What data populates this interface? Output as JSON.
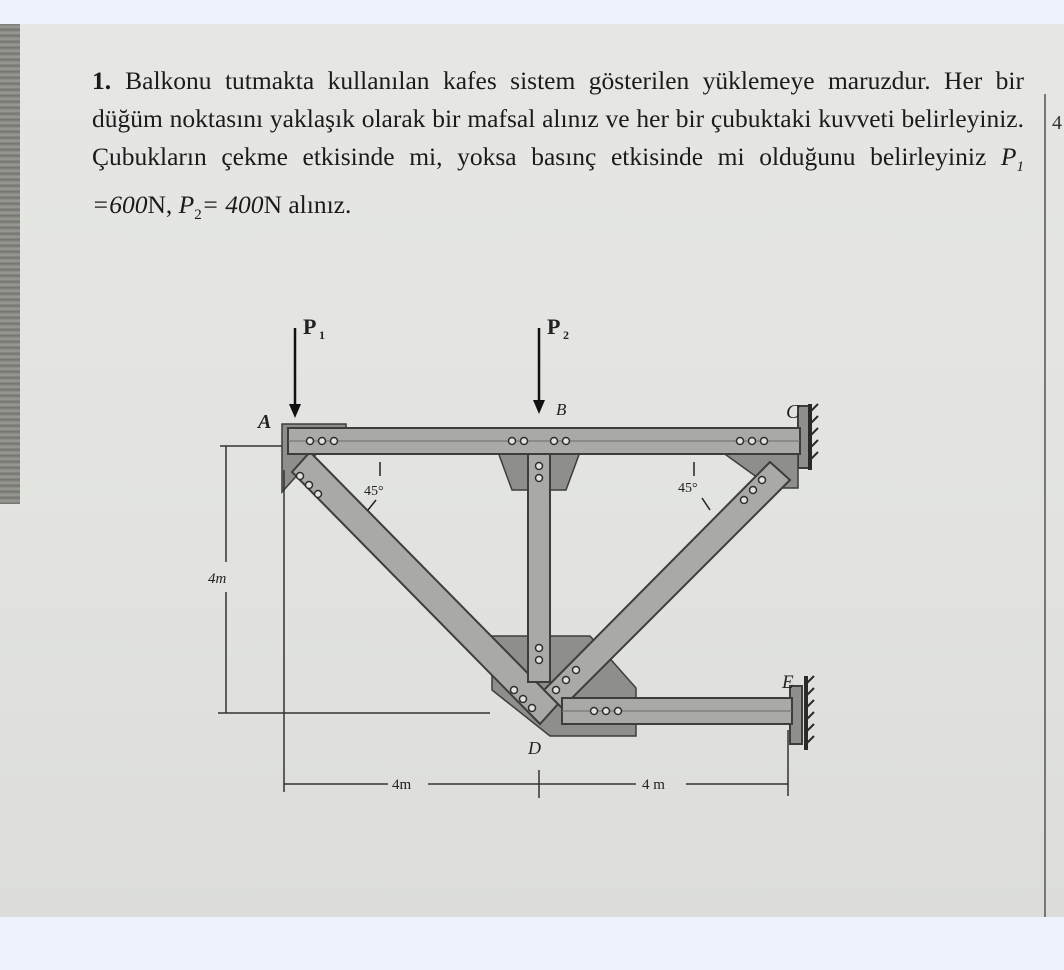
{
  "problem": {
    "number": "1.",
    "text_main": "Balkonu tutmakta kullanılan kafes sistem gösterilen yüklemeye maruzdur. Her bir düğüm noktasını yaklaşık olarak bir mafsal alınız ve her bir çubuktaki kuvveti belirleyiniz. Çubukların çekme etkisinde mi, yoksa basınç etkisinde mi olduğunu belirleyiniz",
    "p1_symbol": "P",
    "p1_sub": "1",
    "p1_value": "=600",
    "p1_unit": "N,",
    "p2_symbol": "P",
    "p2_sub": "2",
    "p2_value": "= 400",
    "p2_unit": "N alınız."
  },
  "figure": {
    "load1": "P",
    "load1_sub": "1",
    "load2": "P",
    "load2_sub": "2",
    "node_a": "A",
    "node_b": "B",
    "node_c": "C",
    "node_d": "D",
    "node_e": "E",
    "angle_left": "45°",
    "angle_right": "45°",
    "dim_height": "4m",
    "dim_left": "4m",
    "dim_right": "4 m"
  },
  "edge": {
    "right_char": "4"
  },
  "colors": {
    "member_fill": "#a9aaa6",
    "member_stroke": "#3d3d3b",
    "gusset_fill": "#8e8f8b"
  }
}
